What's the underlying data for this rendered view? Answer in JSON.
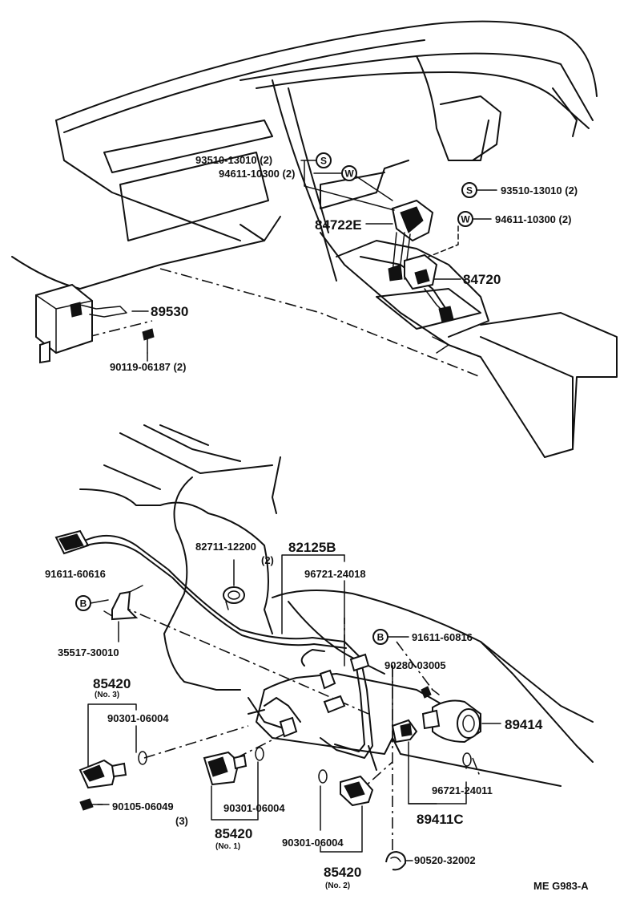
{
  "labels": {
    "p93510_upper": "93510-13010 (2)",
    "p94611_upper": "94611-10300 (2)",
    "p93510_right": "93510-13010 (2)",
    "p94611_right": "94611-10300 (2)",
    "p84722E": "84722E",
    "p84720": "84720",
    "p89530": "89530",
    "p90119": "90119-06187 (2)",
    "p82711": "82711-12200",
    "p82711_qty": "(2)",
    "p82125B": "82125B",
    "p96721_24018": "96721-24018",
    "p91611_60616": "91611-60616",
    "p35517": "35517-30010",
    "p91611_60816": "91611-60816",
    "p90280": "90280-03005",
    "p85420_no3": "85420",
    "p85420_no3_note": "(No. 3)",
    "p90301_a": "90301-06004",
    "p89414": "89414",
    "p90105": "90105-06049",
    "p90105_qty": "(3)",
    "p90301_b": "90301-06004",
    "p85420_no1": "85420",
    "p85420_no1_note": "(No. 1)",
    "p96721_24011": "96721-24011",
    "p89411C": "89411C",
    "p90301_c": "90301-06004",
    "p85420_no2": "85420",
    "p85420_no2_note": "(No. 2)",
    "p90520": "90520-32002",
    "code": "ME  G983-A"
  },
  "symbols": {
    "s": "S",
    "w": "W",
    "b": "B"
  }
}
